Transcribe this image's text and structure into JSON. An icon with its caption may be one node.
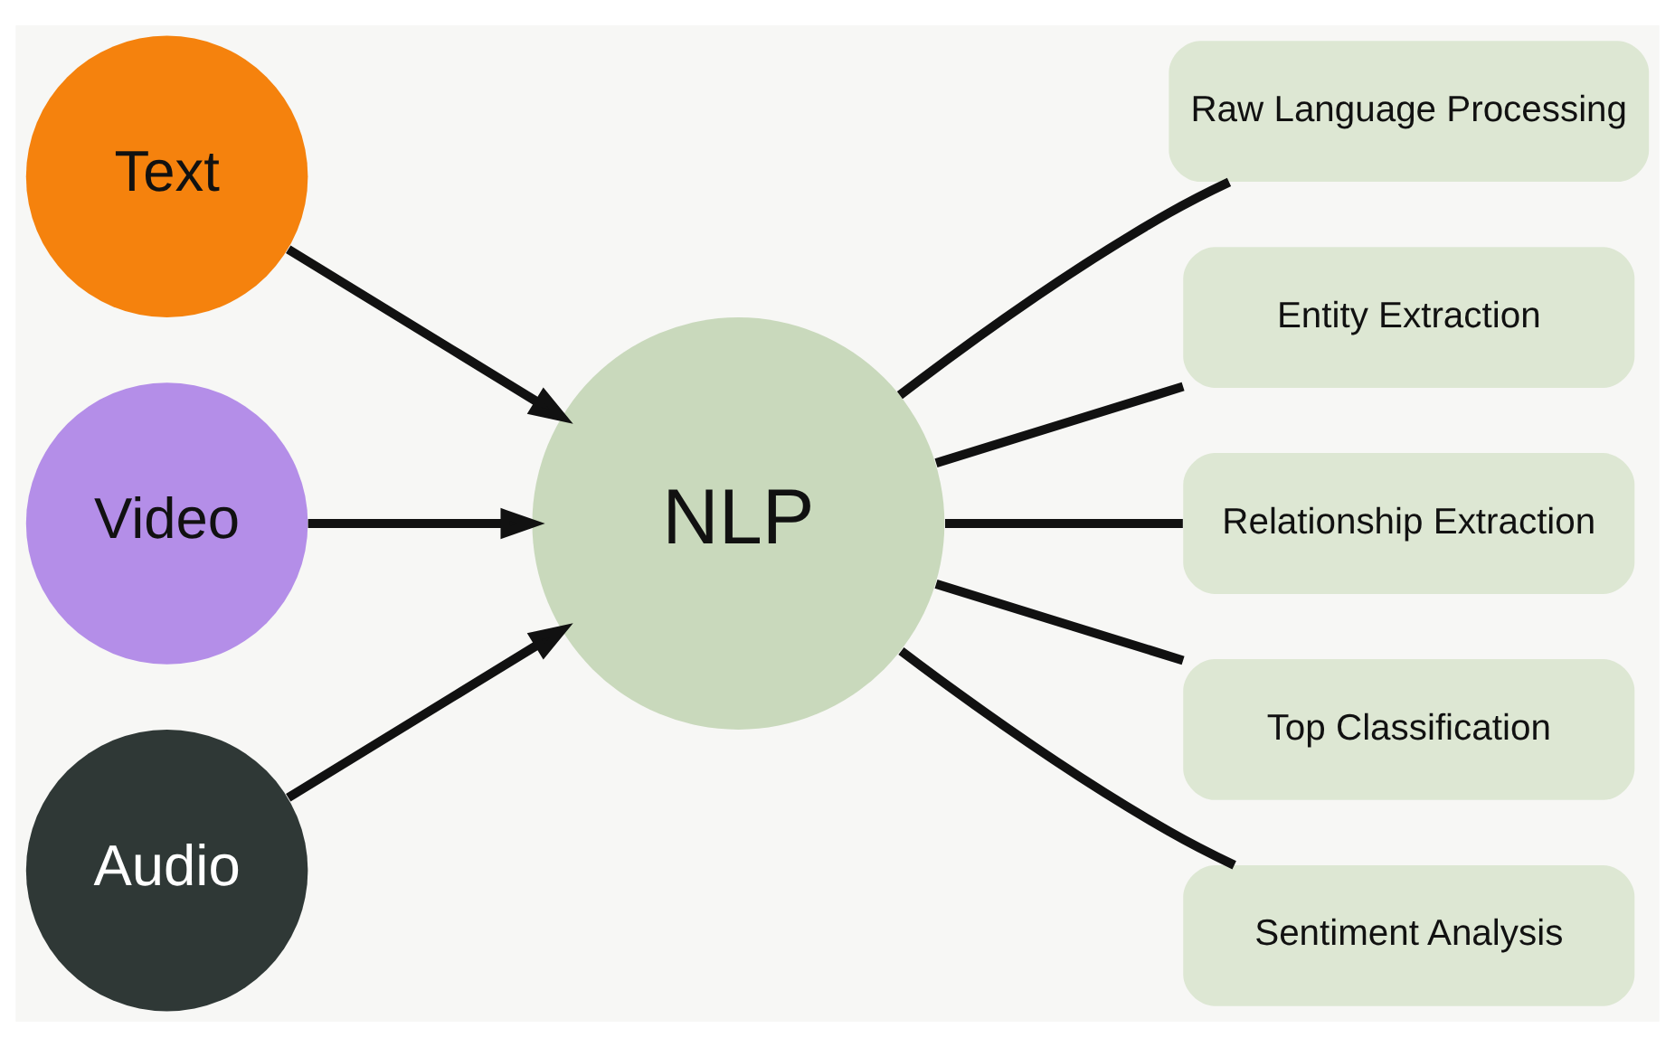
{
  "diagram": {
    "nodes": [
      {
        "text": [
          "Text"
        ]
      },
      {
        "text": [
          "Video"
        ]
      },
      {
        "text": [
          "Audio"
        ]
      },
      {
        "text": [
          "NLP"
        ]
      },
      {
        "text": [
          "Raw Language Processing"
        ]
      },
      {
        "text": [
          "Entity Extraction"
        ]
      },
      {
        "text": [
          "Relationship Extraction"
        ]
      },
      {
        "text": [
          "Top Classification"
        ]
      },
      {
        "text": [
          "Sentiment Analysis"
        ]
      }
    ],
    "edges": [
      {
        "from": 0,
        "to": 3,
        "arrow": "to"
      },
      {
        "from": 1,
        "to": 3,
        "arrow": "to"
      },
      {
        "from": 2,
        "to": 3,
        "arrow": "to"
      },
      {
        "from": 3,
        "to": 4,
        "arrow": "none"
      },
      {
        "from": 3,
        "to": 5,
        "arrow": "none"
      },
      {
        "from": 3,
        "to": 6,
        "arrow": "none"
      },
      {
        "from": 3,
        "to": 7,
        "arrow": "none"
      },
      {
        "from": 3,
        "to": 8,
        "arrow": "none"
      }
    ]
  }
}
